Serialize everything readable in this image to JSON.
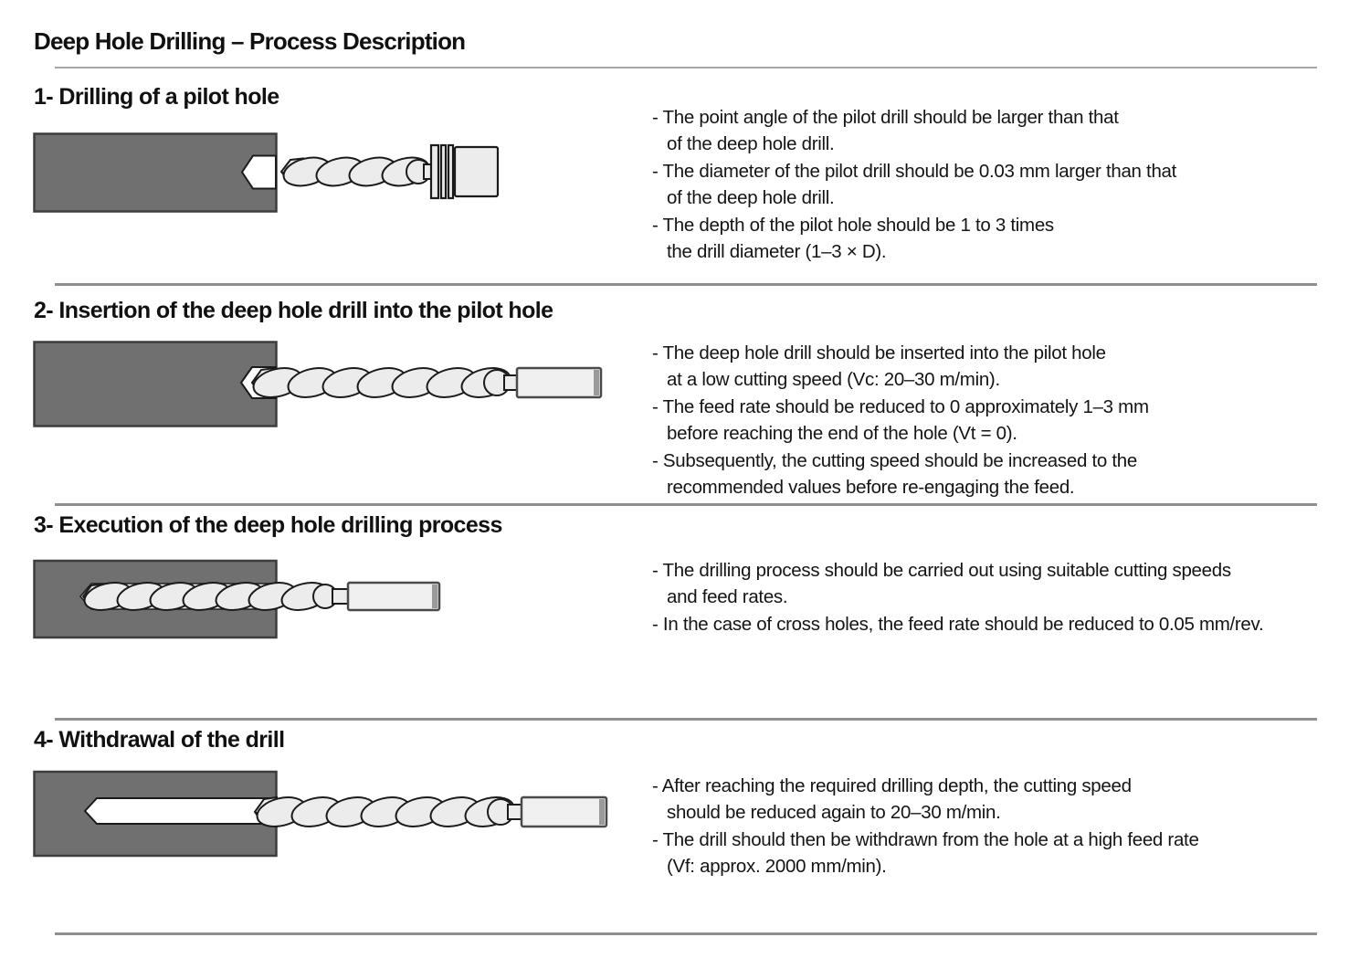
{
  "page": {
    "title": "Deep Hole Drilling – Process Description"
  },
  "colors": {
    "workpiece_gray": "#707070",
    "workpiece_border": "#3d3d3d",
    "drill_light_gray": "#ececec",
    "shank_light_gray": "#f0f0f0",
    "divider_gray": "#8f8f8f",
    "text": "#141414"
  },
  "sections": [
    {
      "heading": "1- Drilling of a pilot hole",
      "figure": "workpiece-with-pilot-hole-and-short-drill-in-holder",
      "bullets": [
        {
          "lines": [
            "- The point angle of the pilot drill should be larger than that",
            "of the deep hole drill."
          ]
        },
        {
          "lines": [
            "- The diameter of the pilot drill should be 0.03 mm larger than that",
            "of the deep hole drill."
          ]
        },
        {
          "lines": [
            "- The depth of the pilot hole should be 1 to 3 times",
            "the drill diameter (1–3 × D)."
          ]
        }
      ]
    },
    {
      "heading": "2- Insertion of the deep hole drill into the pilot hole",
      "figure": "deep-hole-drill-entering-pilot-hole",
      "bullets": [
        {
          "lines": [
            "- The deep hole drill should be inserted into the pilot hole",
            "at a low cutting speed (Vc: 20–30 m/min)."
          ]
        },
        {
          "lines": [
            "- The feed rate should be reduced to 0 approximately 1–3 mm",
            "before reaching the end of the hole (Vt = 0)."
          ]
        },
        {
          "lines": [
            "- Subsequently, the cutting speed should be increased to the",
            "recommended values before re-engaging the feed."
          ]
        }
      ]
    },
    {
      "heading": "3- Execution of the deep hole drilling process",
      "figure": "drill-fully-engaged-inside-workpiece",
      "bullets": [
        {
          "lines": [
            "- The drilling process should be carried out using suitable cutting speeds",
            "and feed rates."
          ]
        },
        {
          "lines": [
            "- In the case of cross holes, the feed rate should be reduced to 0.05 mm/rev."
          ]
        }
      ]
    },
    {
      "heading": "4- Withdrawal of the drill",
      "figure": "drill-withdrawn-from-finished-hole",
      "bullets": [
        {
          "lines": [
            "- After reaching the required drilling depth, the cutting speed",
            "should be reduced again to 20–30 m/min."
          ]
        },
        {
          "lines": [
            "- The drill should then be withdrawn from the hole at a high feed rate",
            "(Vf: approx. 2000 mm/min)."
          ]
        }
      ]
    }
  ]
}
